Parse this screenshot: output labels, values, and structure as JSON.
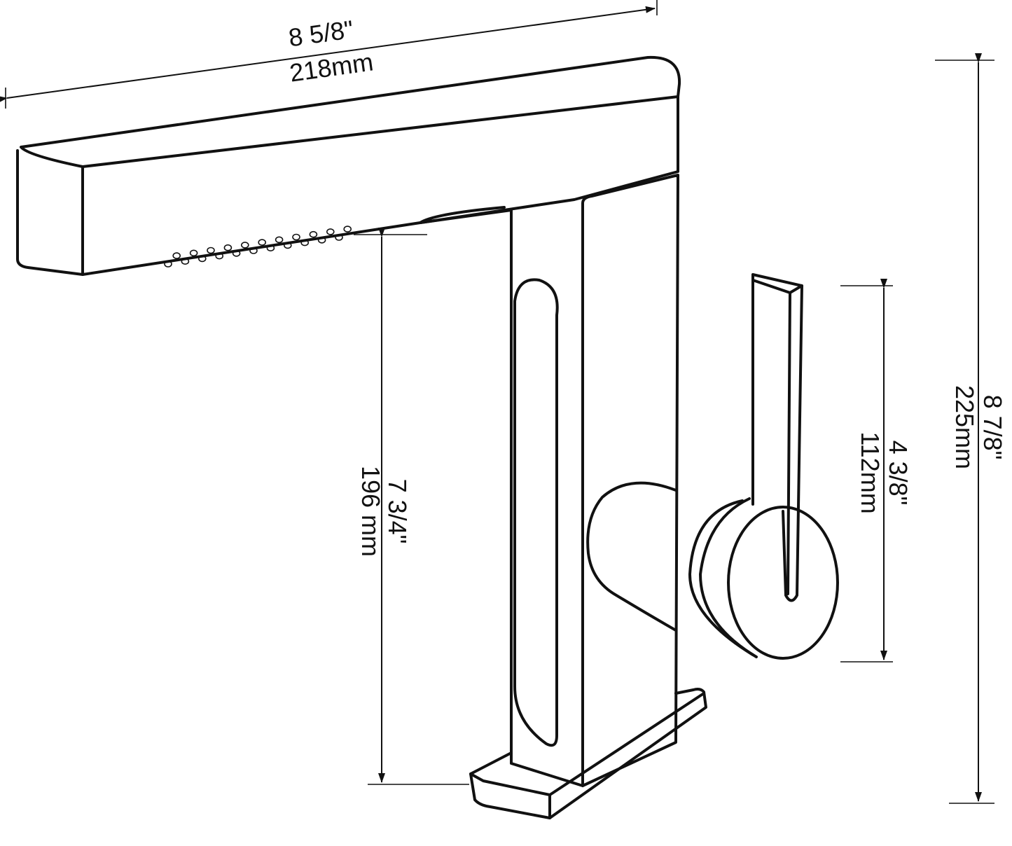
{
  "dimensions": {
    "spout_length": {
      "inches": "8  5/8\"",
      "mm": "218mm"
    },
    "total_height": {
      "inches": "8  7/8\"",
      "mm": "225mm"
    },
    "handle_height": {
      "inches": "4  3/8\"",
      "mm": "112mm"
    },
    "spout_height": {
      "inches": "7  3/4\"",
      "mm": "196 mm"
    }
  },
  "colors": {
    "line": "#111111",
    "background": "#ffffff"
  }
}
